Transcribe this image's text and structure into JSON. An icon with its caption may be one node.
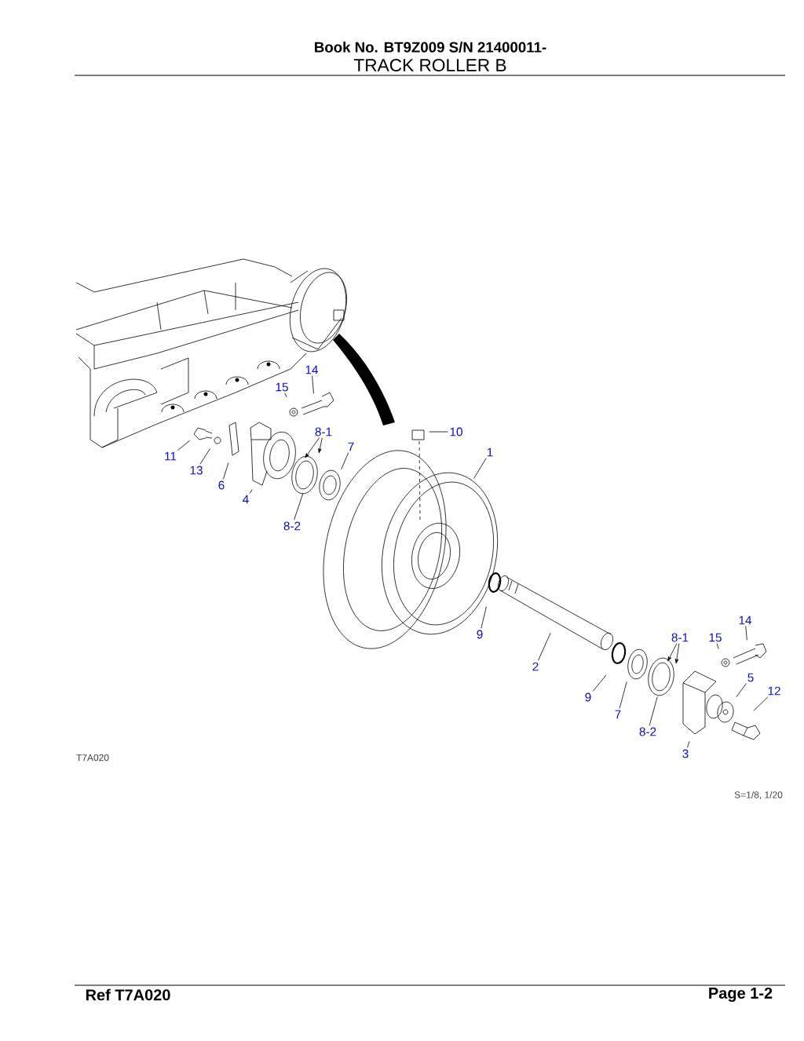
{
  "diagram": {
    "title": "TRACK ROLLER B",
    "nodes": [
      {
        "text": [
          "14"
        ]
      },
      {
        "text": [
          "15"
        ]
      },
      {
        "text": [
          "10"
        ]
      },
      {
        "text": [
          "8-1"
        ]
      },
      {
        "text": [
          "7"
        ]
      },
      {
        "text": [
          "1"
        ]
      },
      {
        "text": [
          "11"
        ]
      },
      {
        "text": [
          "13"
        ]
      },
      {
        "text": [
          "6"
        ]
      },
      {
        "text": [
          "4"
        ]
      },
      {
        "text": [
          "8-2"
        ]
      },
      {
        "text": [
          "9"
        ]
      },
      {
        "text": [
          "2"
        ]
      },
      {
        "text": [
          "14"
        ]
      },
      {
        "text": [
          "8-1"
        ]
      },
      {
        "text": [
          "15"
        ]
      },
      {
        "text": [
          "9"
        ]
      },
      {
        "text": [
          "5"
        ]
      },
      {
        "text": [
          "12"
        ]
      },
      {
        "text": [
          "7"
        ]
      },
      {
        "text": [
          "8-2"
        ]
      },
      {
        "text": [
          "3"
        ]
      }
    ],
    "edges": [
      {
        "from": 0,
        "to": null,
        "arrow": "none"
      },
      {
        "from": 1,
        "to": null,
        "arrow": "none"
      },
      {
        "from": 2,
        "to": null,
        "arrow": "none"
      },
      {
        "from": 3,
        "to": null,
        "arrow": "to"
      },
      {
        "from": 3,
        "to": null,
        "arrow": "to"
      },
      {
        "from": 4,
        "to": null,
        "arrow": "none"
      },
      {
        "from": 5,
        "to": null,
        "arrow": "none"
      },
      {
        "from": 6,
        "to": null,
        "arrow": "none"
      },
      {
        "from": 7,
        "to": null,
        "arrow": "none"
      },
      {
        "from": 8,
        "to": null,
        "arrow": "none"
      },
      {
        "from": 9,
        "to": null,
        "arrow": "none"
      },
      {
        "from": 10,
        "to": null,
        "arrow": "none"
      },
      {
        "from": 11,
        "to": null,
        "arrow": "none"
      },
      {
        "from": 12,
        "to": null,
        "arrow": "none"
      },
      {
        "from": 13,
        "to": null,
        "arrow": "none"
      },
      {
        "from": 14,
        "to": null,
        "arrow": "to"
      },
      {
        "from": 14,
        "to": null,
        "arrow": "to"
      },
      {
        "from": 15,
        "to": null,
        "arrow": "none"
      },
      {
        "from": 16,
        "to": null,
        "arrow": "none"
      },
      {
        "from": 17,
        "to": null,
        "arrow": "none"
      },
      {
        "from": 18,
        "to": null,
        "arrow": "none"
      },
      {
        "from": 19,
        "to": null,
        "arrow": "none"
      },
      {
        "from": 20,
        "to": null,
        "arrow": "none"
      },
      {
        "from": 21,
        "to": null,
        "arrow": "none"
      }
    ],
    "labels": [
      "Book No. BT9Z009  S/N 21400011-",
      "T7A020",
      "S=1/8, 1/20",
      "Ref  T7A020",
      "Page  1-2"
    ]
  }
}
